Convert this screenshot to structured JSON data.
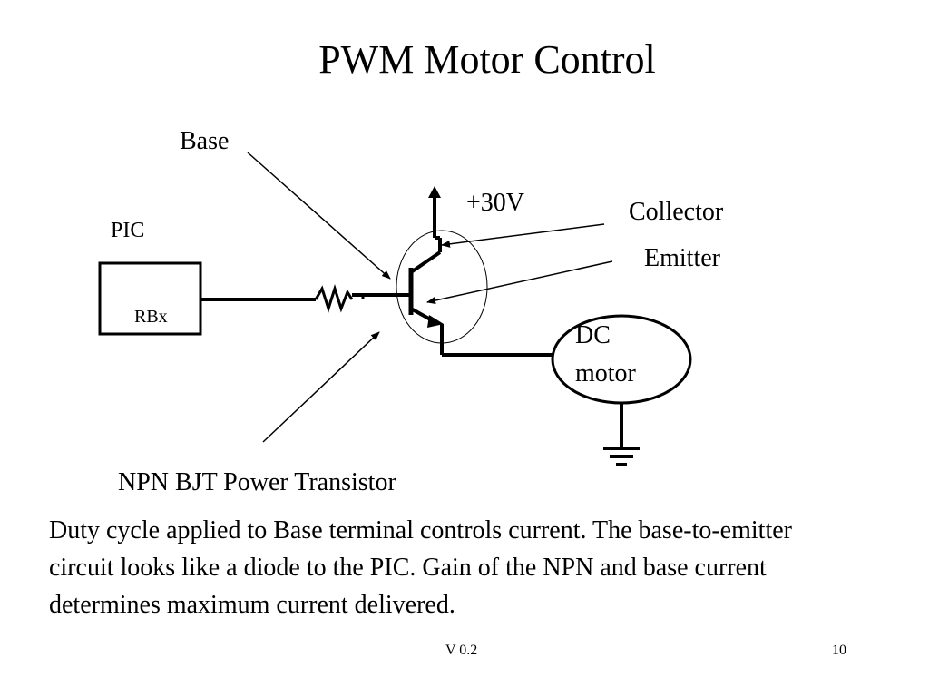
{
  "slide": {
    "title": "PWM Motor Control",
    "labels": {
      "base": "Base",
      "plus30v": "+30V",
      "collector": "Collector",
      "emitter": "Emitter",
      "pic": "PIC",
      "rbx": "RBx",
      "dc": "DC",
      "motor": "motor",
      "transistor": "NPN BJT Power Transistor"
    },
    "body": "Duty cycle applied to Base terminal controls current.  The base-to-emitter circuit looks like a diode to the PIC.  Gain  of the NPN and base current determines maximum current delivered.",
    "footer_version": "V 0.2",
    "page_number": "10"
  }
}
